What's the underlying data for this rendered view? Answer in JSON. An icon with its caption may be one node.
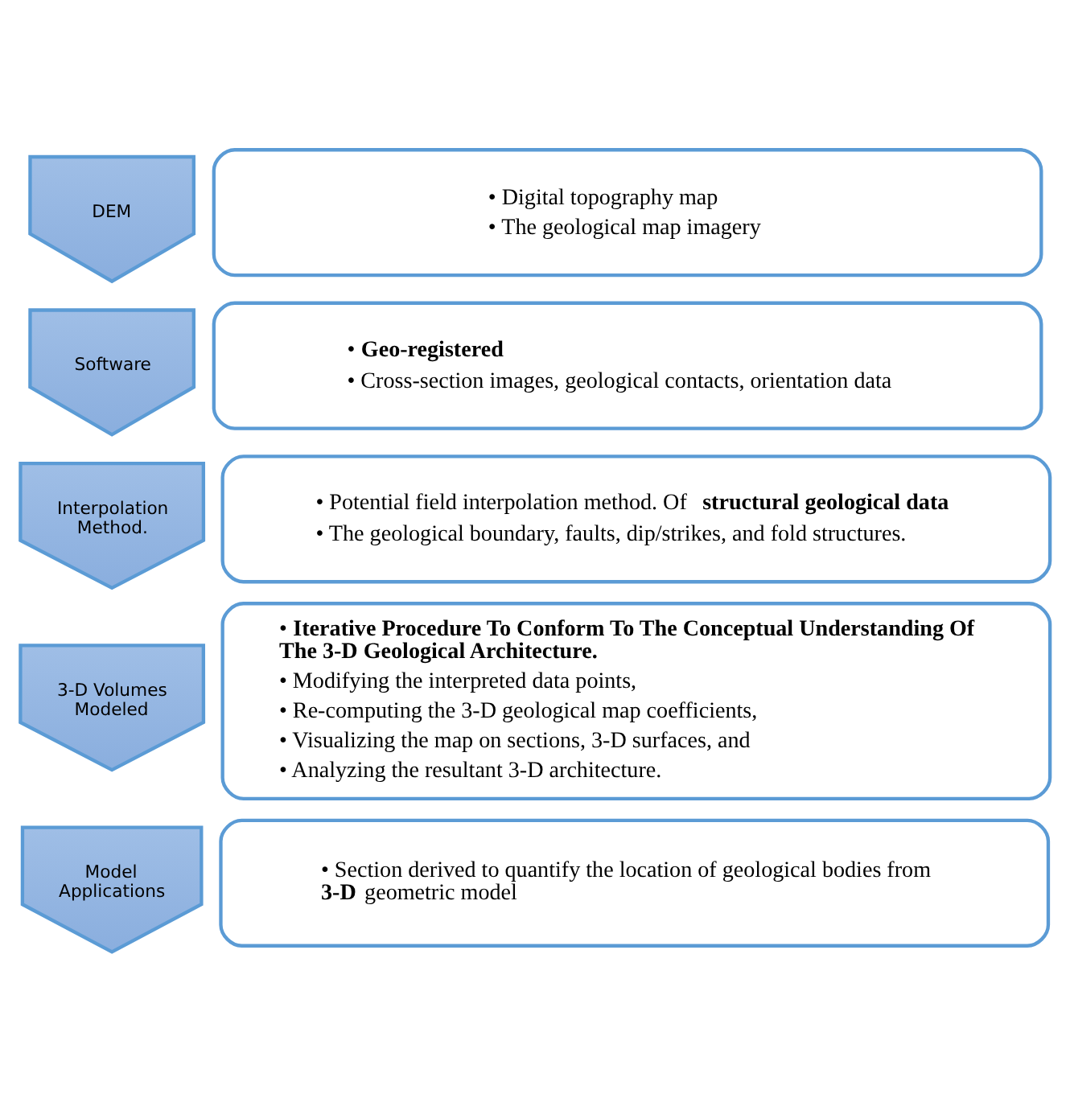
{
  "diagram": {
    "nodes": [
      {
        "text": [
          "DEM"
        ]
      },
      {
        "text": [
          "• Digital topography map",
          "• The geological map imagery"
        ]
      },
      {
        "text": [
          "Software"
        ]
      },
      {
        "text": [
          "• **Geo-registered**",
          "• Cross-section images, geological contacts, orientation data"
        ]
      },
      {
        "text": [
          "Interpolation Method."
        ]
      },
      {
        "text": [
          "• Potential field interpolation method. Of **structural geological data**",
          "• The geological boundary, faults, dip/strikes, and fold structures."
        ]
      },
      {
        "text": [
          "3-D Volumes Modeled"
        ]
      },
      {
        "text": [
          "• **Iterative Procedure To Conform To The Conceptual Understanding Of The 3-D Geological Architecture.**",
          "• Modifying the interpreted data points,",
          "• Re-computing the 3-D geological map coefficients,",
          "• Visualizing the map on sections, 3-D surfaces, and",
          "• Analyzing the resultant 3-D architecture."
        ]
      },
      {
        "text": [
          "Model Applications"
        ]
      },
      {
        "text": [
          "• Section derived to quantify the location of geological bodies from **3-D** geometric model"
        ]
      }
    ],
    "edges": []
  }
}
